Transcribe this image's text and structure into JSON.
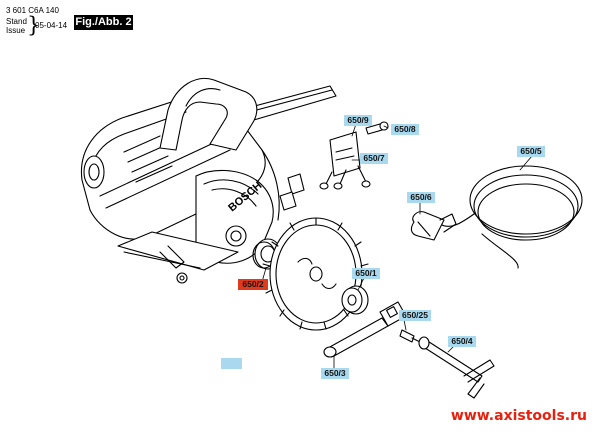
{
  "header": {
    "code": "3 601 C6A 140",
    "stand_label": "Stand",
    "issue_label": "Issue",
    "date": "05-04-14",
    "figure": "Fig./Abb. 2"
  },
  "callouts": [
    {
      "id": "650-9",
      "label": "650/9",
      "active": false
    },
    {
      "id": "650-8",
      "label": "650/8",
      "active": false
    },
    {
      "id": "650-7",
      "label": "650/7",
      "active": false
    },
    {
      "id": "650-5",
      "label": "650/5",
      "active": false
    },
    {
      "id": "650-6",
      "label": "650/6",
      "active": false
    },
    {
      "id": "650-1",
      "label": "650/1",
      "active": false
    },
    {
      "id": "650-2",
      "label": "650/2",
      "active": true
    },
    {
      "id": "650-25",
      "label": "650/25",
      "active": false
    },
    {
      "id": "650-4",
      "label": "650/4",
      "active": false
    },
    {
      "id": "650-3",
      "label": "650/3",
      "active": false
    }
  ],
  "brand_logo": "BOSCH",
  "watermark": "www.axistools.ru",
  "colors": {
    "callout": "#a9d9ee",
    "callout_active": "#e03a1c",
    "watermark": "#e8210e"
  }
}
